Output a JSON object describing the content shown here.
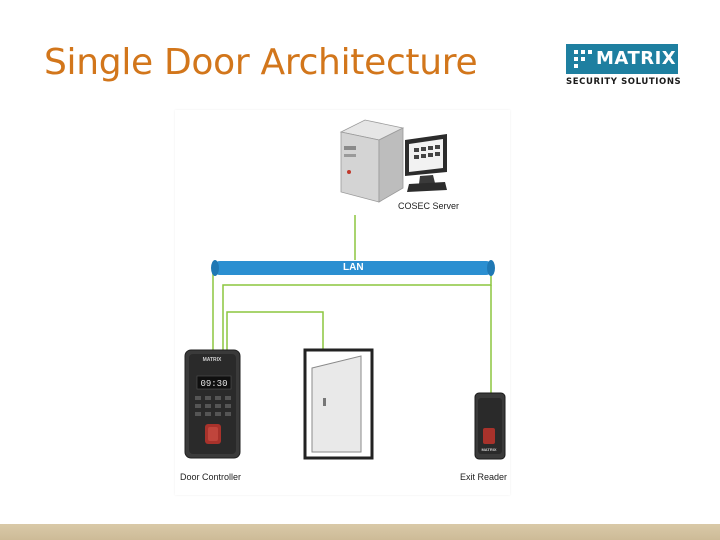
{
  "slide": {
    "title": "Single Door Architecture"
  },
  "logo": {
    "brand": "MATRIX",
    "tagline": "SECURITY SOLUTIONS"
  },
  "diagram": {
    "server_label": "COSEC Server",
    "network_label": "LAN",
    "controller_label": "Door Controller",
    "controller_display": "09:30",
    "controller_brand": "MATRIX",
    "exit_reader_label": "Exit Reader",
    "exit_reader_brand": "MATRIX",
    "colors": {
      "lan": "#2b8fd1",
      "wires": "#8cc63f",
      "title": "#d2761b",
      "logo": "#1e7fa0"
    }
  }
}
